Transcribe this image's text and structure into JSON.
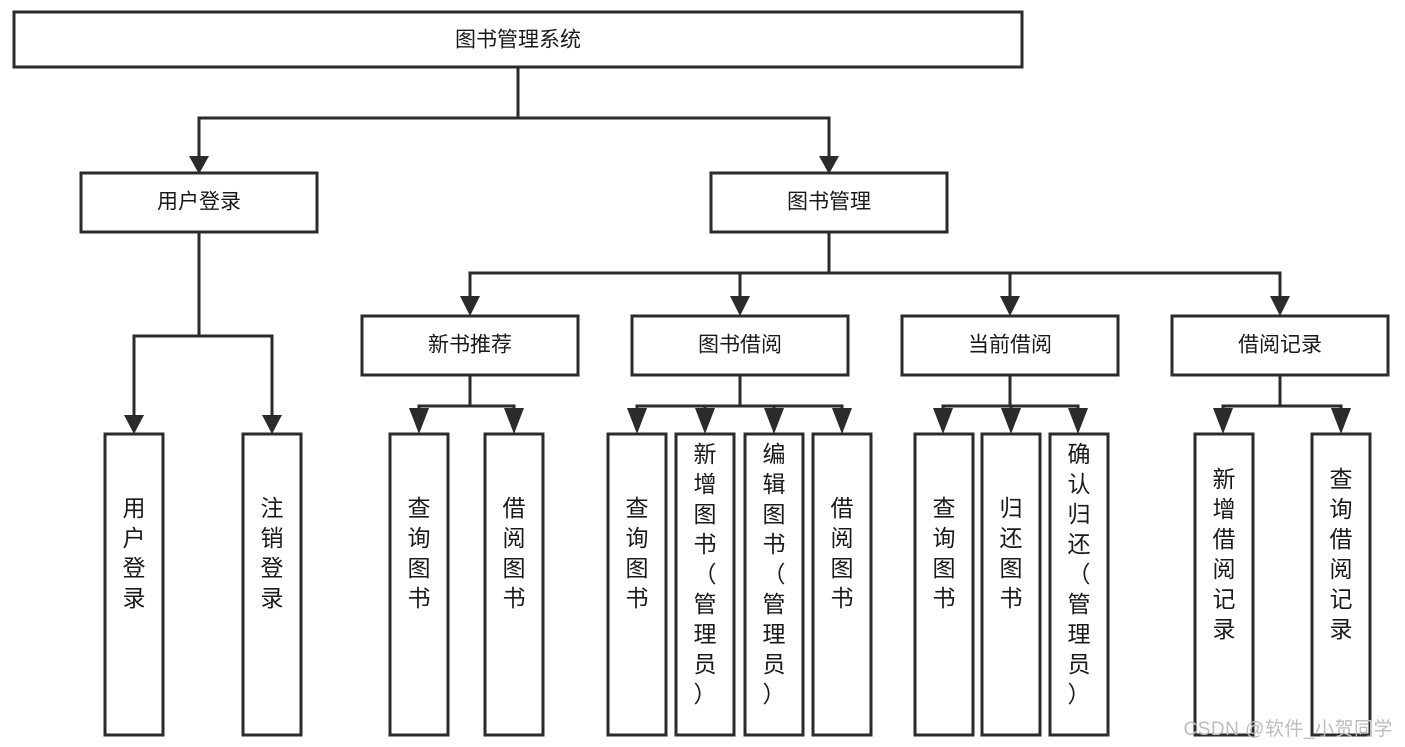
{
  "diagram": {
    "type": "tree-hierarchy",
    "title": "图书管理系统",
    "watermark": "CSDN @软件_小贺同学",
    "colors": {
      "stroke": "#2b2b2b",
      "fill": "#ffffff",
      "text": "#1a1a1a",
      "watermark": "#bdbdbd"
    },
    "nodes": {
      "root": {
        "label": "图书管理系统"
      },
      "level2": [
        {
          "id": "user-login",
          "label": "用户登录"
        },
        {
          "id": "book-manage",
          "label": "图书管理"
        }
      ],
      "level3": [
        {
          "id": "new-book-recommend",
          "label": "新书推荐"
        },
        {
          "id": "book-borrow",
          "label": "图书借阅"
        },
        {
          "id": "current-borrow",
          "label": "当前借阅"
        },
        {
          "id": "borrow-record",
          "label": "借阅记录"
        }
      ],
      "leaves": {
        "user-login": [
          {
            "id": "leaf-user-login",
            "label": "用户登录"
          },
          {
            "id": "leaf-logout-login",
            "label": "注销登录"
          }
        ],
        "new-book-recommend": [
          {
            "id": "leaf-query-book-1",
            "label": "查询图书"
          },
          {
            "id": "leaf-borrow-book-1",
            "label": "借阅图书"
          }
        ],
        "book-borrow": [
          {
            "id": "leaf-query-book-2",
            "label": "查询图书"
          },
          {
            "id": "leaf-add-book",
            "label": "新增图书（管理员）"
          },
          {
            "id": "leaf-edit-book",
            "label": "编辑图书（管理员）"
          },
          {
            "id": "leaf-borrow-book-2",
            "label": "借阅图书"
          }
        ],
        "current-borrow": [
          {
            "id": "leaf-query-book-3",
            "label": "查询图书"
          },
          {
            "id": "leaf-return-book",
            "label": "归还图书"
          },
          {
            "id": "leaf-confirm-return",
            "label": "确认归还（管理员）"
          }
        ],
        "borrow-record": [
          {
            "id": "leaf-add-record",
            "label": "新增借阅记录"
          },
          {
            "id": "leaf-query-record",
            "label": "查询借阅记录"
          }
        ]
      }
    }
  }
}
